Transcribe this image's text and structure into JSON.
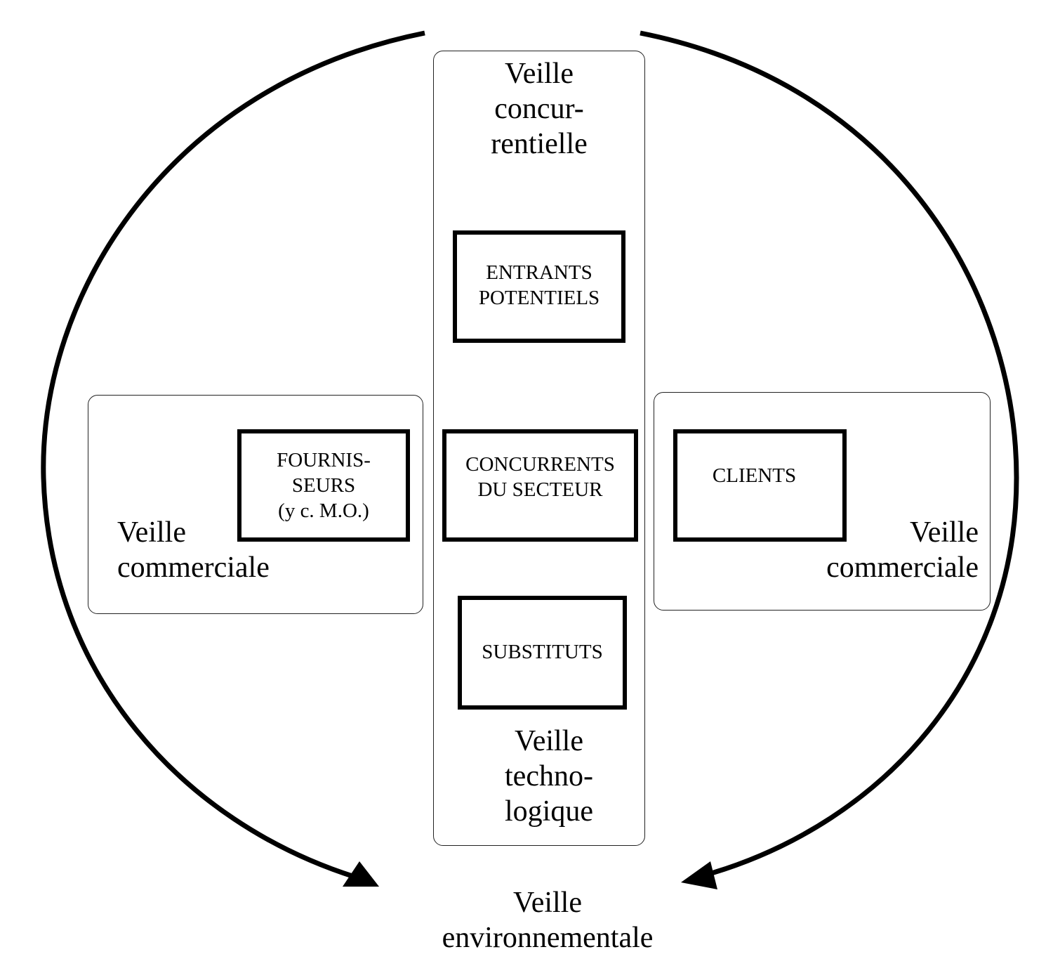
{
  "labels": {
    "veille_concurrentielle": [
      "Veille",
      "concur-",
      "rentielle"
    ],
    "veille_technologique": [
      "Veille",
      "techno-",
      "logique"
    ],
    "veille_commerciale_left": [
      "Veille",
      "commerciale"
    ],
    "veille_commerciale_right": [
      "Veille",
      "commerciale"
    ],
    "veille_environnementale": [
      "Veille",
      "environnementale"
    ]
  },
  "boxes": {
    "entrants_potentiels": [
      "ENTRANTS",
      "POTENTIELS"
    ],
    "fournisseurs": [
      "FOURNIS-",
      "SEURS",
      "(y c. M.O.)"
    ],
    "concurrents_du_secteur": [
      "CONCURRENTS",
      "DU SECTEUR"
    ],
    "clients": [
      "CLIENTS"
    ],
    "substituts": [
      "SUBSTITUTS"
    ]
  },
  "colors": {
    "ink": "#000000",
    "background": "#ffffff"
  }
}
